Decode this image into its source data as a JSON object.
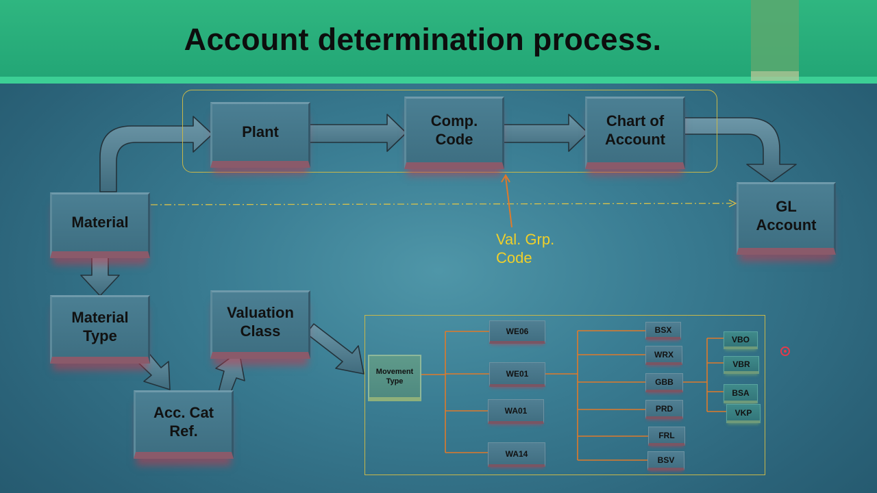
{
  "slide": {
    "title": "Account determination process.",
    "colors": {
      "header": "#2fb680",
      "background": "#3a7d93",
      "connector": "#e07a2a",
      "annotation": "#f0d02a"
    }
  },
  "diagram": {
    "boxes": {
      "plant": "Plant",
      "comp_code": [
        "Comp.",
        "Code"
      ],
      "chart_of_account": [
        "Chart of",
        "Account"
      ],
      "gl_account": [
        "GL",
        "Account"
      ],
      "material": "Material",
      "material_type": [
        "Material",
        "Type"
      ],
      "valuation_class": [
        "Valuation",
        "Class"
      ],
      "acc_cat_ref": [
        "Acc. Cat",
        "Ref."
      ]
    },
    "annotation": [
      "Val. Grp.",
      "Code"
    ],
    "movement": {
      "movement_type": [
        "Movement",
        "Type"
      ],
      "movement_codes": [
        "WE06",
        "WE01",
        "WA01",
        "WA14"
      ],
      "transaction_keys": [
        "BSX",
        "WRX",
        "GBB",
        "PRD",
        "FRL",
        "BSV"
      ],
      "gbb_keys": [
        "VBO",
        "VBR",
        "BSA",
        "VKP"
      ]
    }
  }
}
